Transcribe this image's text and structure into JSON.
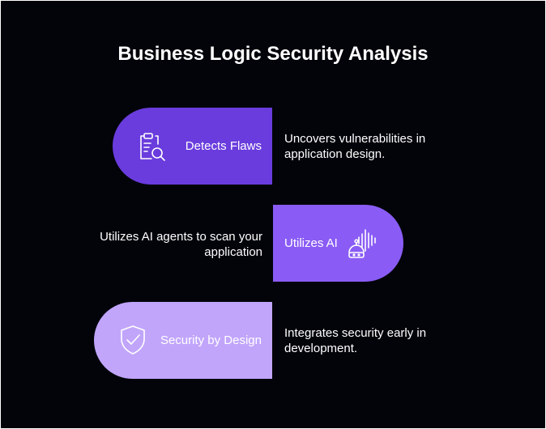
{
  "title": "Business Logic Security Analysis",
  "colors": {
    "background": "#02040a",
    "pill_1": "#6a3cdd",
    "pill_2": "#8a5cf5",
    "pill_3": "#c1a5fb",
    "text": "#ffffff"
  },
  "items": [
    {
      "label": "Detects Flaws",
      "description": "Uncovers vulnerabilities in application design.",
      "icon": "clipboard-search-icon"
    },
    {
      "label": "Utilizes AI",
      "description": "Utilizes AI agents to scan your application",
      "icon": "robot-sound-wave-icon"
    },
    {
      "label": "Security by Design",
      "description": "Integrates security early in development.",
      "icon": "shield-check-icon"
    }
  ]
}
